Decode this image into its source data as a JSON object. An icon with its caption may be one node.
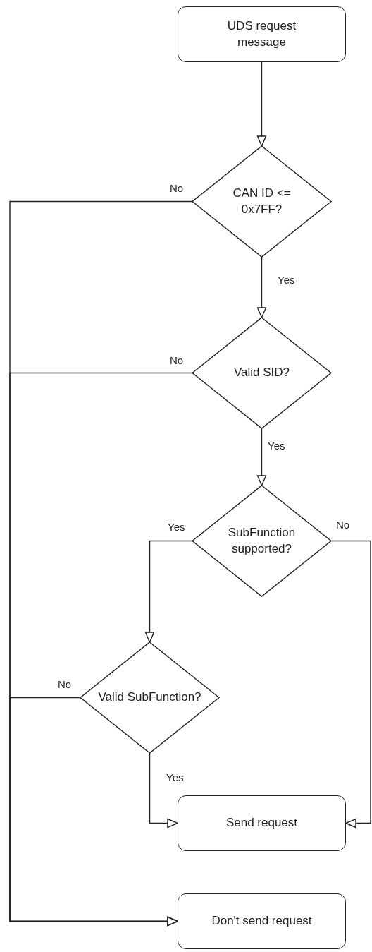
{
  "diagram": {
    "nodes": [
      {
        "text": [
          "UDS request message"
        ]
      },
      {
        "text": [
          "CAN ID <= 0x7FF?"
        ]
      },
      {
        "text": [
          "Valid SID?"
        ]
      },
      {
        "text": [
          "SubFunction supported?"
        ]
      },
      {
        "text": [
          "Valid SubFunction?"
        ]
      },
      {
        "text": [
          "Send request"
        ]
      },
      {
        "text": [
          "Don't send request"
        ]
      }
    ],
    "edges": [
      {
        "from": 0,
        "to": 1,
        "arrow": "to"
      },
      {
        "from": 1,
        "to": 6,
        "arrow": "to",
        "label": "No"
      },
      {
        "from": 1,
        "to": 2,
        "arrow": "to",
        "label": "Yes"
      },
      {
        "from": 2,
        "to": 6,
        "arrow": "to",
        "label": "No"
      },
      {
        "from": 2,
        "to": 3,
        "arrow": "to",
        "label": "Yes"
      },
      {
        "from": 3,
        "to": 4,
        "arrow": "to",
        "label": "Yes"
      },
      {
        "from": 3,
        "to": 5,
        "arrow": "to",
        "label": "No"
      },
      {
        "from": 4,
        "to": 6,
        "arrow": "to",
        "label": "No"
      },
      {
        "from": 4,
        "to": 5,
        "arrow": "to",
        "label": "Yes"
      }
    ]
  }
}
